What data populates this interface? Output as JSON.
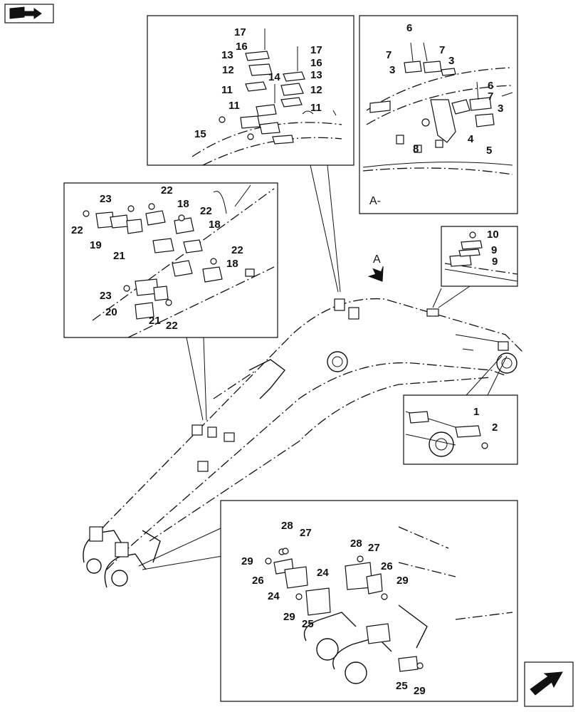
{
  "icons": {
    "top_left": "book-arrow-icon",
    "bottom_right": "next-page-arrow-icon"
  },
  "view_arrow_label": "A",
  "view_label": "A-",
  "callouts": {
    "detail_top": [
      "17",
      "16",
      "13",
      "12",
      "14",
      "11",
      "11",
      "15",
      "17",
      "16",
      "13",
      "12",
      "11"
    ],
    "detail_view_a": [
      "6",
      "7",
      "7",
      "3",
      "3",
      "6",
      "7",
      "3",
      "8",
      "4",
      "5"
    ],
    "detail_left": [
      "23",
      "22",
      "22",
      "18",
      "22",
      "19",
      "21",
      "18",
      "22",
      "18",
      "23",
      "20",
      "21",
      "22"
    ],
    "detail_right_small": [
      "10",
      "9",
      "9"
    ],
    "detail_right_lower": [
      "1",
      "2"
    ],
    "detail_bottom": [
      "28",
      "27",
      "28",
      "27",
      "29",
      "26",
      "26",
      "24",
      "24",
      "29",
      "29",
      "25",
      "25",
      "29"
    ]
  }
}
